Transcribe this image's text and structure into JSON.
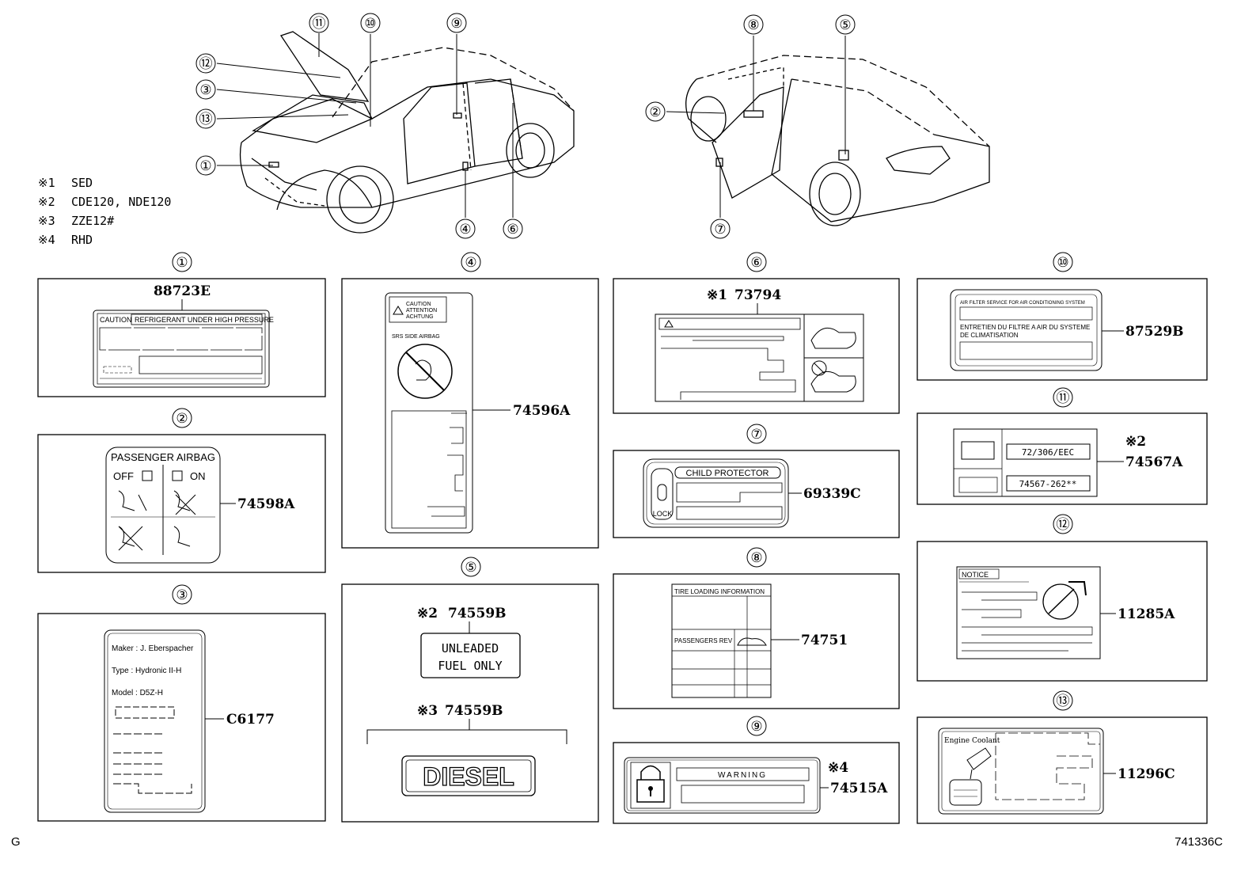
{
  "notes": [
    {
      "mark": "※1",
      "text": "SED"
    },
    {
      "mark": "※2",
      "text": "CDE120, NDE120"
    },
    {
      "mark": "※3",
      "text": "ZZE12#"
    },
    {
      "mark": "※4",
      "text": "RHD"
    }
  ],
  "callouts_front_car": [
    "⑪",
    "⑩",
    "⑨",
    "⑫",
    "③",
    "⑬",
    "①",
    "④",
    "⑥"
  ],
  "callouts_rear_car": [
    "⑧",
    "⑤",
    "②",
    "⑦"
  ],
  "panels": {
    "p1": {
      "num": "①",
      "part": "88723E",
      "caution": "CAUTION",
      "text": "REFRIGERANT UNDER HIGH PRESSURE"
    },
    "p2": {
      "num": "②",
      "part": "74598A",
      "title": "PASSENGER AIRBAG",
      "off": "OFF",
      "on": "ON"
    },
    "p3": {
      "num": "③",
      "part": "C6177",
      "maker": "Maker : J. Eberspacher",
      "type": "Type   : Hydronic II-H",
      "model": "Model : D5Z-H"
    },
    "p4": {
      "num": "④",
      "part": "74596A",
      "warn1": "CAUTION",
      "warn2": "ATTENTION",
      "warn3": "ACHTUNG",
      "title": "SRS SIDE AIRBAG"
    },
    "p5": {
      "num": "⑤",
      "part_a": "74559B",
      "mark_a": "※2",
      "text_a1": "UNLEADED",
      "text_a2": "FUEL ONLY",
      "part_b": "74559B",
      "mark_b": "※3",
      "text_b": "DIESEL"
    },
    "p6": {
      "num": "⑥",
      "part": "73794",
      "mark": "※1"
    },
    "p7": {
      "num": "⑦",
      "part": "69339C",
      "title": "CHILD PROTECTOR",
      "lock": "LOCK"
    },
    "p8": {
      "num": "⑧",
      "part": "74751",
      "title": "TIRE LOADING INFORMATION",
      "row": "PASSENGERS   REV"
    },
    "p9": {
      "num": "⑨",
      "part": "74515A",
      "mark": "※4",
      "title": "WARNING"
    },
    "p10": {
      "num": "⑩",
      "part": "87529B",
      "line1": "AIR FILTER SERVICE FOR AIR CONDITIONING SYSTEM",
      "line2": "ENTRETIEN DU FILTRE A AIR DU SYSTEME",
      "line3": "DE CLIMATISATION"
    },
    "p11": {
      "num": "⑪",
      "part": "74567A",
      "mark": "※2",
      "code1": "72/306/EEC",
      "code2": "74567-262**"
    },
    "p12": {
      "num": "⑫",
      "part": "11285A",
      "title": "NOTICE"
    },
    "p13": {
      "num": "⑬",
      "part": "11296C",
      "title": "Engine Coolant"
    }
  },
  "footer": {
    "left": "G",
    "right": "741336C"
  }
}
